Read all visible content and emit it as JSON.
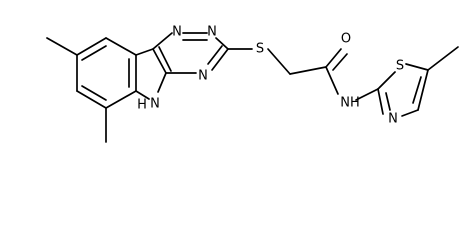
{
  "molecule": {
    "atoms": {
      "n_triazine_1": "N",
      "n_triazine_2": "N",
      "n_triazine_3": "N",
      "nh_indole": "N",
      "h_indole": "H",
      "s_thioether": "S",
      "o_carbonyl": "O",
      "nh_amide": "NH",
      "s_thiazole": "S",
      "n_thiazole": "N"
    },
    "colors": {
      "bond": "#000000",
      "label": "#000000",
      "background": "#ffffff"
    }
  }
}
